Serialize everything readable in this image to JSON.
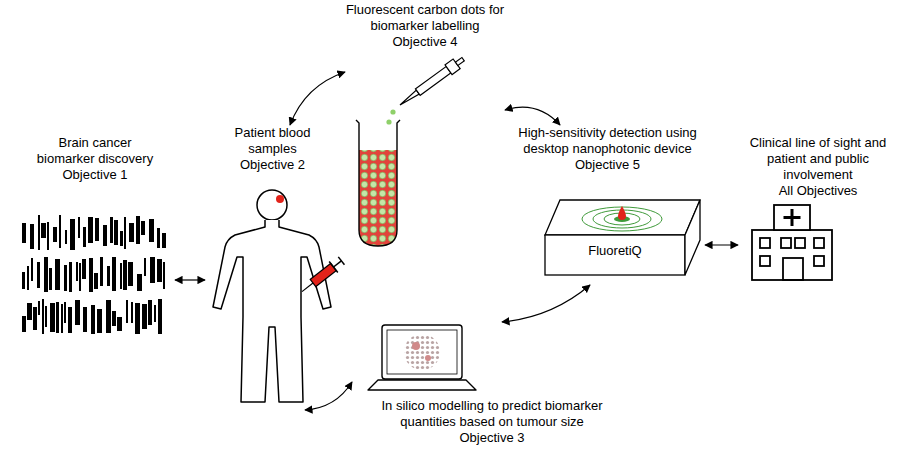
{
  "diagram": {
    "nodes": [
      {
        "text": [
          "Brain cancer biomarker discovery",
          "Objective 1"
        ]
      },
      {
        "text": [
          "Patient blood samples",
          "Objective 2"
        ]
      },
      {
        "text": [
          "Fluorescent carbon dots for biomarker labelling",
          "Objective 4"
        ]
      },
      {
        "text": [
          "High-sensitivity detection using desktop nanophotonic device",
          "Objective 5",
          "FluoretiQ"
        ]
      },
      {
        "text": [
          "In silico modelling to predict biomarker quantities based on tumour size",
          "Objective 3"
        ]
      },
      {
        "text": [
          "Clinical line of sight and patient and public involvement",
          "All Objectives"
        ]
      }
    ],
    "edges": [
      {
        "from": 0,
        "to": 1,
        "arrow": "both"
      },
      {
        "from": 1,
        "to": 2,
        "arrow": "both"
      },
      {
        "from": 2,
        "to": 3,
        "arrow": "both"
      },
      {
        "from": 1,
        "to": 4,
        "arrow": "both"
      },
      {
        "from": 4,
        "to": 3,
        "arrow": "both"
      },
      {
        "from": 3,
        "to": 5,
        "arrow": "both"
      }
    ]
  }
}
